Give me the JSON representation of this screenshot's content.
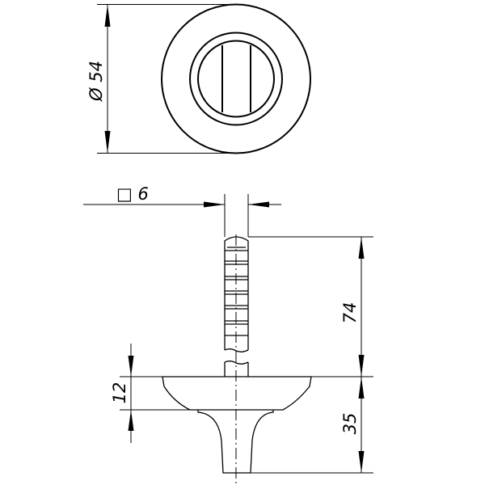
{
  "drawing": {
    "top_view": {
      "diameter_label": "Ø 54"
    },
    "side_view": {
      "spindle_label": "□ 6",
      "spindle_length_label": "74",
      "rosette_height_label": "12",
      "knob_height_label": "35"
    },
    "line_color": "#000000",
    "background": "#ffffff"
  }
}
